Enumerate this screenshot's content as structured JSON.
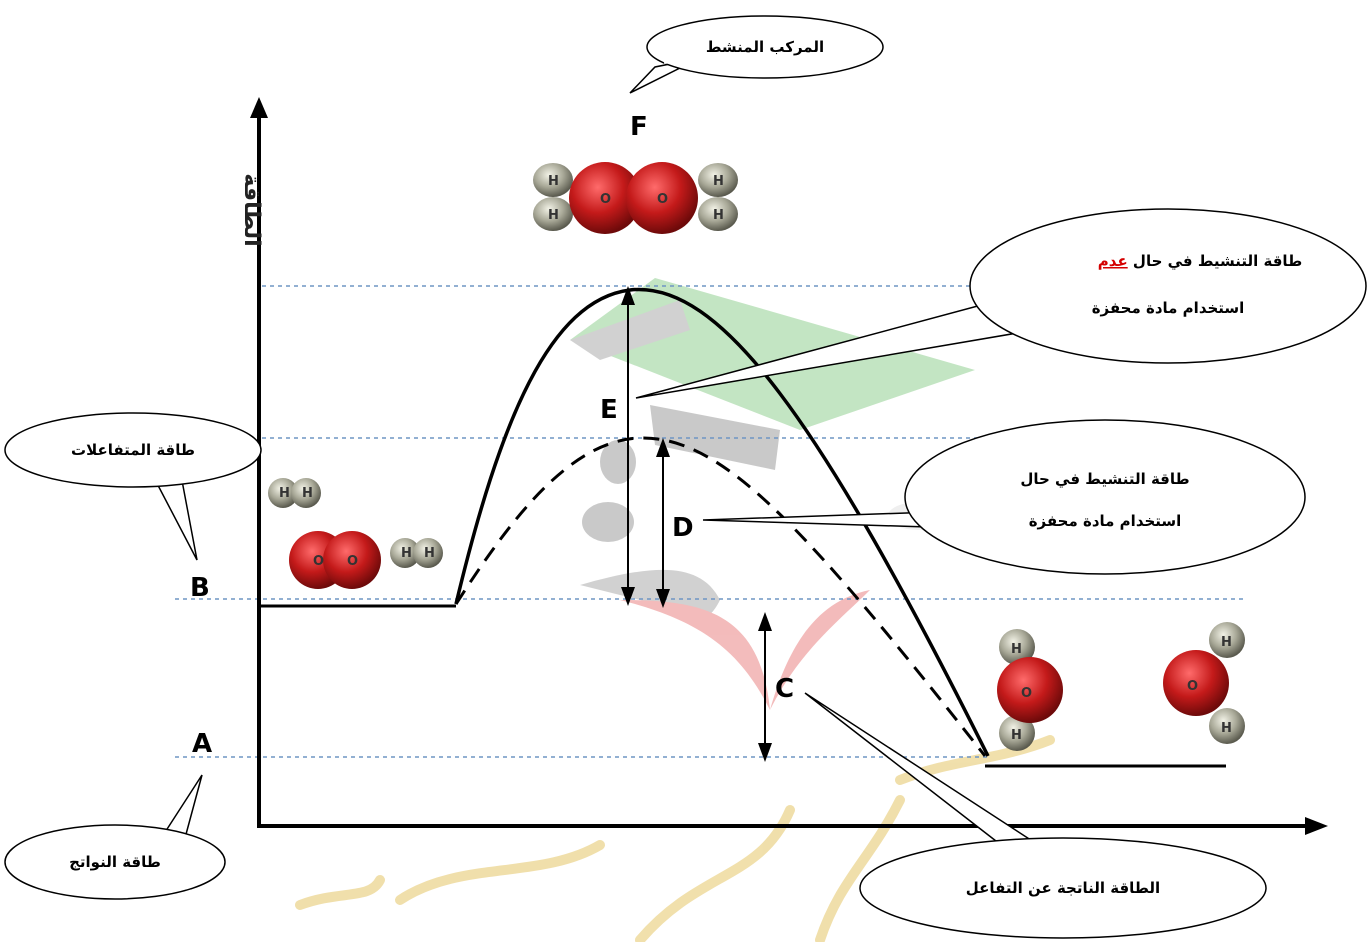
{
  "axis": {
    "y_label": "الطاقة"
  },
  "letters": {
    "A": "A",
    "B": "B",
    "C": "C",
    "D": "D",
    "E": "E",
    "F": "F"
  },
  "callouts": {
    "activated_complex": "المركب المنشط",
    "no_catalyst_line1_prefix": "طاقة التنشيط في حال ",
    "no_catalyst_line1_highlight": "عدم",
    "no_catalyst_line2": "استخدام مادة محفزة",
    "with_catalyst_line1": "طاقة التنشيط في حال",
    "with_catalyst_line2": "استخدام مادة محفزة",
    "reactants_energy": "طاقة المتفاعلات",
    "products_energy": "طاقة النواتج",
    "reaction_energy": "الطاقة الناتجة عن التفاعل"
  },
  "atoms": {
    "oxygen": "O",
    "hydrogen": "H"
  },
  "colors": {
    "oxygen": "#c41a1a",
    "hydrogen": "#a8a897",
    "guide_line": "#6f95c4",
    "highlight": "#d40000"
  }
}
